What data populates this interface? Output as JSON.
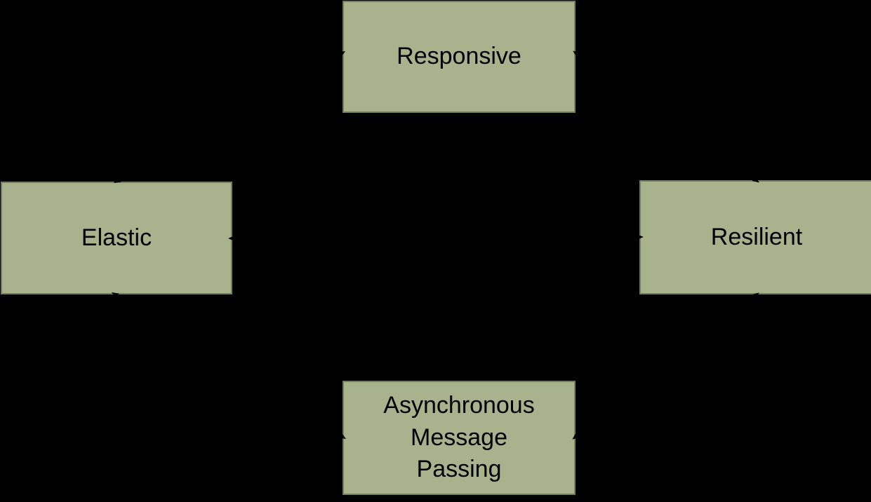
{
  "diagram": {
    "background_color": "#000000",
    "node_fill_color": "#a8b38e",
    "node_border_color": "#72805a",
    "text_color": "#000000",
    "arrow_color": "#000000",
    "nodes": {
      "responsive": {
        "label": "Responsive"
      },
      "elastic": {
        "label": "Elastic"
      },
      "resilient": {
        "label": "Resilient"
      },
      "message_passing": {
        "label": "Asynchronous\nMessage\nPassing"
      }
    },
    "connections": [
      {
        "from": "elastic",
        "to": "responsive",
        "style": "double-arrow"
      },
      {
        "from": "resilient",
        "to": "responsive",
        "style": "double-arrow"
      },
      {
        "from": "elastic",
        "to": "resilient",
        "style": "double-arrow"
      },
      {
        "from": "message_passing",
        "to": "elastic",
        "style": "double-arrow"
      },
      {
        "from": "message_passing",
        "to": "resilient",
        "style": "double-arrow"
      }
    ]
  }
}
